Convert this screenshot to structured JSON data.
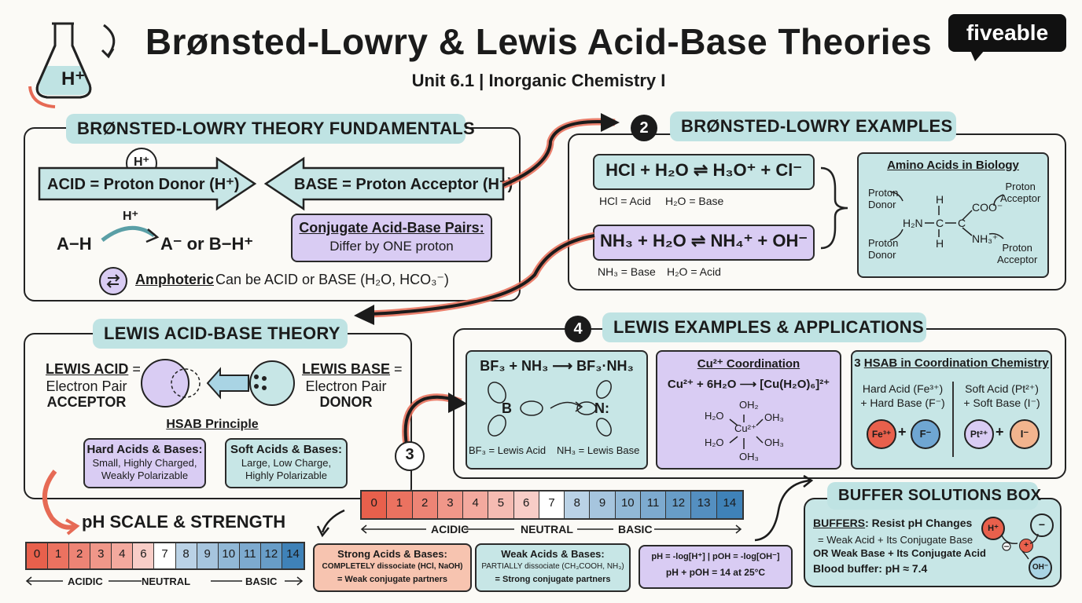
{
  "header": {
    "title": "Brønsted-Lowry & Lewis Acid-Base Theories",
    "subtitle": "Unit 6.1 | Inorganic Chemistry I",
    "flask_label": "H⁺",
    "brand": "fiveable"
  },
  "bl_fundamentals": {
    "title": "BRØNSTED-LOWRY THEORY FUNDAMENTALS",
    "proton": "H⁺",
    "acid_label": "ACID = Proton Donor (H⁺)",
    "base_label": "BASE = Proton Acceptor (H⁺)",
    "reaction_left": "A−H",
    "reaction_h": "H⁺",
    "reaction_right": "A⁻ or B−H⁺",
    "conjugate_title": "Conjugate Acid-Base Pairs:",
    "conjugate_text": "Differ by ONE proton",
    "amphoteric_term": "Amphoteric",
    "amphoteric_text": ": Can be ACID or BASE (H₂O, HCO₃⁻)"
  },
  "bl_examples": {
    "badge": "2",
    "title": "BRØNSTED-LOWRY EXAMPLES",
    "eq1": "HCl + H₂O ⇌ H₃O⁺ + Cl⁻",
    "eq1_acid": "HCl = Acid",
    "eq1_base": "H₂O = Base",
    "eq2": "NH₃ + H₂O ⇌ NH₄⁺ + OH⁻",
    "eq2_base": "NH₃ = Base",
    "eq2_acid": "H₂O = Acid",
    "amino_title": "Amino Acids in Biology",
    "proton_donor_1": "Proton\nDonor",
    "proton_donor_2": "Proton\nDonor",
    "proton_acceptor_1": "Proton\nAcceptor",
    "proton_acceptor_2": "Proton\nAcceptor",
    "h_top": "H",
    "h_bottom": "H",
    "mol_left": "H₂N",
    "mol_c1": "C",
    "mol_c2": "C",
    "mol_coo": "COO⁻",
    "mol_nh3": "NH₃⁺"
  },
  "lewis_theory": {
    "title": "LEWIS ACID-BASE THEORY",
    "acid_term": "LEWIS ACID",
    "acid_eq": " =",
    "acid_line2": "Electron Pair",
    "acid_line3": "ACCEPTOR",
    "base_term": "LEWIS BASE",
    "base_eq": " =",
    "base_line2": "Electron Pair",
    "base_line3": "DONOR",
    "hsab_title": "HSAB Principle",
    "hard_title": "Hard Acids & Bases:",
    "hard_text": "Small, Highly Charged,\nWeakly Polarizable",
    "soft_title": "Soft Acids & Bases:",
    "soft_text": "Large, Low Charge,\nHighly Polarizable"
  },
  "lewis_examples": {
    "badge": "4",
    "title": "LEWIS EXAMPLES & APPLICATIONS",
    "bf3_eq": "BF₃ + NH₃ ⟶ BF₃·NH₃",
    "bf3_b": "B",
    "bf3_n": "N:",
    "bf3_acid": "BF₃ = Lewis Acid",
    "bf3_base": "NH₃ = Lewis Base",
    "cu_title": "Cu²⁺ Coordination",
    "cu_eq": "Cu²⁺ + 6H₂O ⟶ [Cu(H₂O)₆]²⁺",
    "cu_center": "Cu²⁺",
    "oh2_top": "OH₂",
    "oh2_bottom": "OH₃",
    "h2o_left_top": "H₂O",
    "h2o_left_bottom": "H₂O",
    "oh3_right_top": "OH₃",
    "oh3_right_bottom": "OH₃",
    "hsab_badge": "3",
    "hsab_title": "HSAB in Coordination Chemistry",
    "hard_text": "Hard Acid (Fe³⁺)\n+ Hard Base (F⁻)",
    "soft_text": "Soft Acid (Pt²⁺)\n+ Soft Base (I⁻)",
    "fe": "Fe³⁺",
    "f": "F⁻",
    "pt": "Pt²⁺",
    "i": "I⁻",
    "plus": "+"
  },
  "ph_section": {
    "badge": "3",
    "title": "pH SCALE & STRENGTH",
    "scale": [
      "0",
      "1",
      "2",
      "3",
      "4",
      "5",
      "6",
      "7",
      "8",
      "9",
      "10",
      "11",
      "12",
      "13",
      "14"
    ],
    "scale_small": [
      "0",
      "1",
      "2",
      "3",
      "4",
      "6",
      "7",
      "8",
      "9",
      "10",
      "11",
      "12",
      "14"
    ],
    "acidic": "ACIDIC",
    "neutral": "NEUTRAL",
    "basic": "BASIC",
    "strong_title": "Strong Acids & Bases:",
    "strong_line1": "COMPLETELY dissociate (HCl, NaOH)",
    "strong_line2": "= Weak conjugate partners",
    "weak_title": "Weak Acids & Bases:",
    "weak_line1": "PARTIALLY dissociate (CH₃COOH, NH₃)",
    "weak_line2": "= Strong conjugate partners",
    "formula_line1": "pH = -log[H⁺] | pOH = -log[OH⁻]",
    "formula_line2": "pH + pOH = 14 at 25°C"
  },
  "buffer": {
    "title": "BUFFER SOLUTIONS BOX",
    "term": "BUFFERS",
    "line1": ": Resist pH Changes",
    "line2": "= Weak Acid + Its Conjugate Base",
    "line3": "OR Weak Base + Its Conjugate Acid",
    "line4": "Blood buffer: pH ≈ 7.4",
    "h": "H⁺",
    "minus": "−",
    "oh": "OH⁻",
    "plus": "+"
  },
  "colors": {
    "teal": "#bfe3e3",
    "lavender": "#d9ccf3",
    "peach": "#f7c4b0",
    "accent_red": "#e66a55",
    "ph_acid_dark": "#e8604c",
    "ph_neutral": "#ffffff",
    "ph_base_dark": "#3f82b8"
  }
}
